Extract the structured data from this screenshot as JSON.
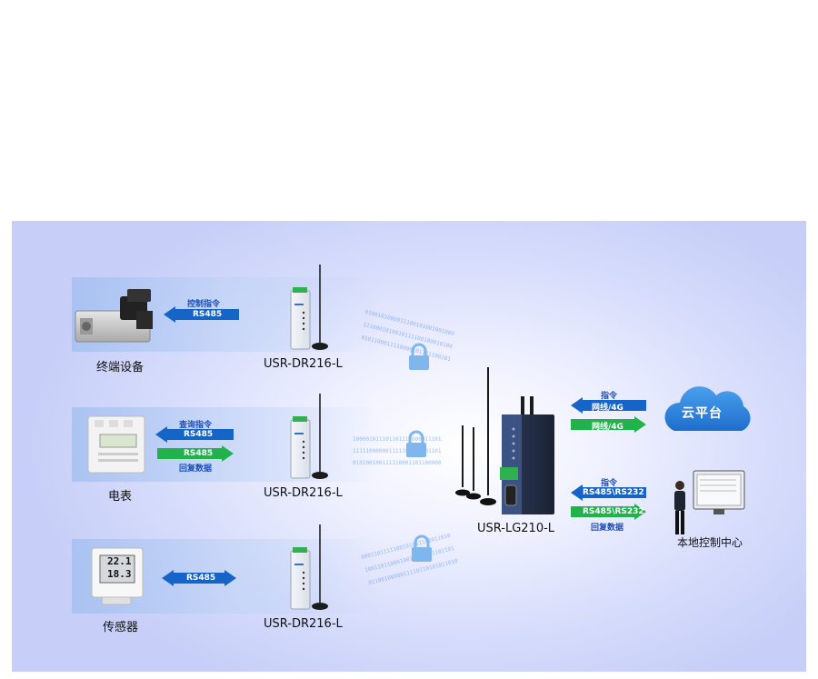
{
  "devices": {
    "row1_name": "终端设备",
    "row2_name": "电表",
    "row3_name": "传感器"
  },
  "modules": {
    "row1": "USR-DR216-L",
    "row2": "USR-DR216-L",
    "row3": "USR-DR216-L"
  },
  "gateway": "USR-LG210-L",
  "cloud": "云平台",
  "local_center": "本地控制中心",
  "arrows": {
    "row1_top": "控制指令",
    "row1_left": "RS485",
    "row2_top": "查询指令",
    "row2_left": "RS485",
    "row2_right": "RS485",
    "row2_bottom": "回复数据",
    "row3_both": "RS485",
    "cloud_top": "指令",
    "cloud_left": "网线/4G",
    "cloud_right": "网线/4G",
    "local_top": "指令",
    "local_left": "RS485\\RS232",
    "local_right": "RS485\\RS232",
    "local_bottom": "回复数据"
  },
  "bits": {
    "b1": "0100101000011100101001001000",
    "b2": "1110001010010111100100010100",
    "b3": "0101100011110000101101100101",
    "b4": "100001011101101111000011101",
    "b5": "111110000001111101000001101",
    "b6": "010100100111110001101100000",
    "b7": "0001101111100101011100011010",
    "b8": "1001101100010011001001101101",
    "b9": "0110010000011110110101011010"
  },
  "sensor_display": {
    "line1": "22.1",
    "line2": "18.3"
  },
  "colors": {
    "blue_arrow": "#1565c8",
    "green_arrow": "#21b24b",
    "cloud": "#2a7fd8"
  }
}
